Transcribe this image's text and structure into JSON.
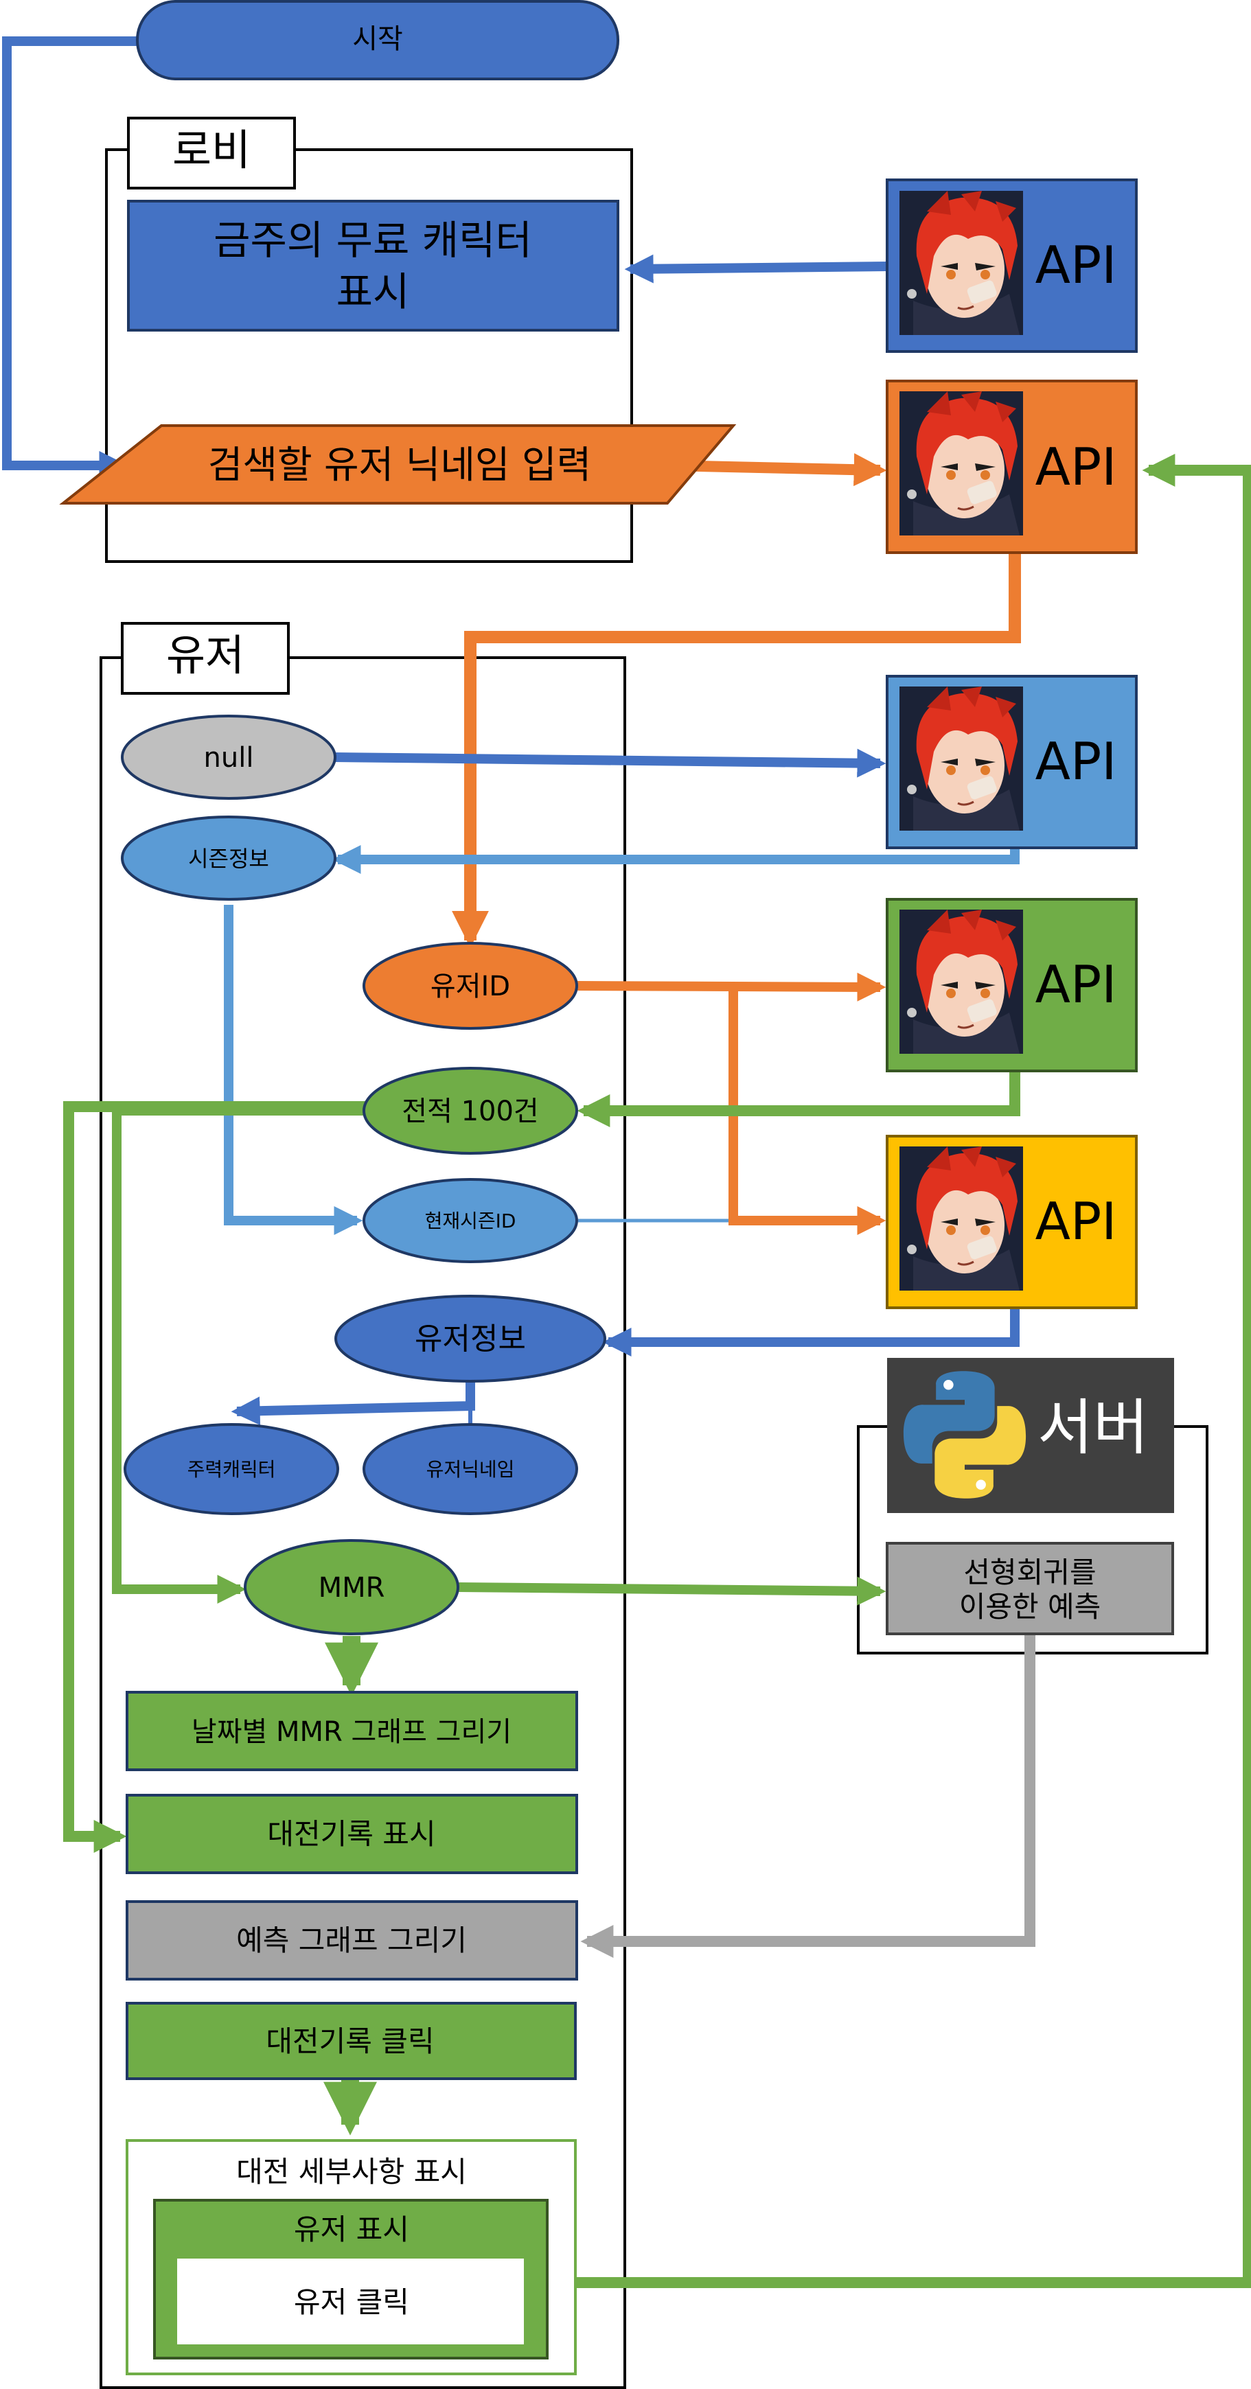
{
  "colors": {
    "blue": "#4472C4",
    "light_blue": "#5B9BD5",
    "orange": "#ED7D31",
    "green": "#70AD47",
    "gold": "#FFC000",
    "gray": "#A5A5A5",
    "light_gray": "#BFBFBF",
    "dark_panel": "#404040",
    "outline_dark": "#1F3864"
  },
  "nodes": {
    "start": "시작",
    "lobby_title": "로비",
    "free_chars_line1": "금주의 무료 캐릭터",
    "free_chars_line2": "표시",
    "search_input": "검색할 유저 닉네임 입력",
    "user_title": "유저",
    "null_node": "null",
    "season_info": "시즌정보",
    "user_id": "유저ID",
    "match_100": "전적 100건",
    "current_season_id": "현재시즌ID",
    "user_info": "유저정보",
    "main_character": "주력캐릭터",
    "user_nickname": "유저닉네임",
    "mmr": "MMR",
    "mmr_graph": "날짜별 MMR 그래프 그리기",
    "match_history_display": "대전기록 표시",
    "prediction_graph": "예측 그래프 그리기",
    "match_history_click": "대전기록 클릭",
    "match_detail_title": "대전 세부사항 표시",
    "user_display": "유저 표시",
    "user_click": "유저 클릭",
    "server_title": "서버",
    "regression_line1": "선형회귀를",
    "regression_line2": "이용한 예측"
  },
  "api_boxes": [
    {
      "label": "API",
      "color": "blue"
    },
    {
      "label": "API",
      "color": "orange"
    },
    {
      "label": "API",
      "color": "light_blue"
    },
    {
      "label": "API",
      "color": "green"
    },
    {
      "label": "API",
      "color": "gold"
    }
  ],
  "icons": {
    "api_avatar": "red-haired-character-avatar-icon",
    "server_logo": "python-logo-icon"
  }
}
